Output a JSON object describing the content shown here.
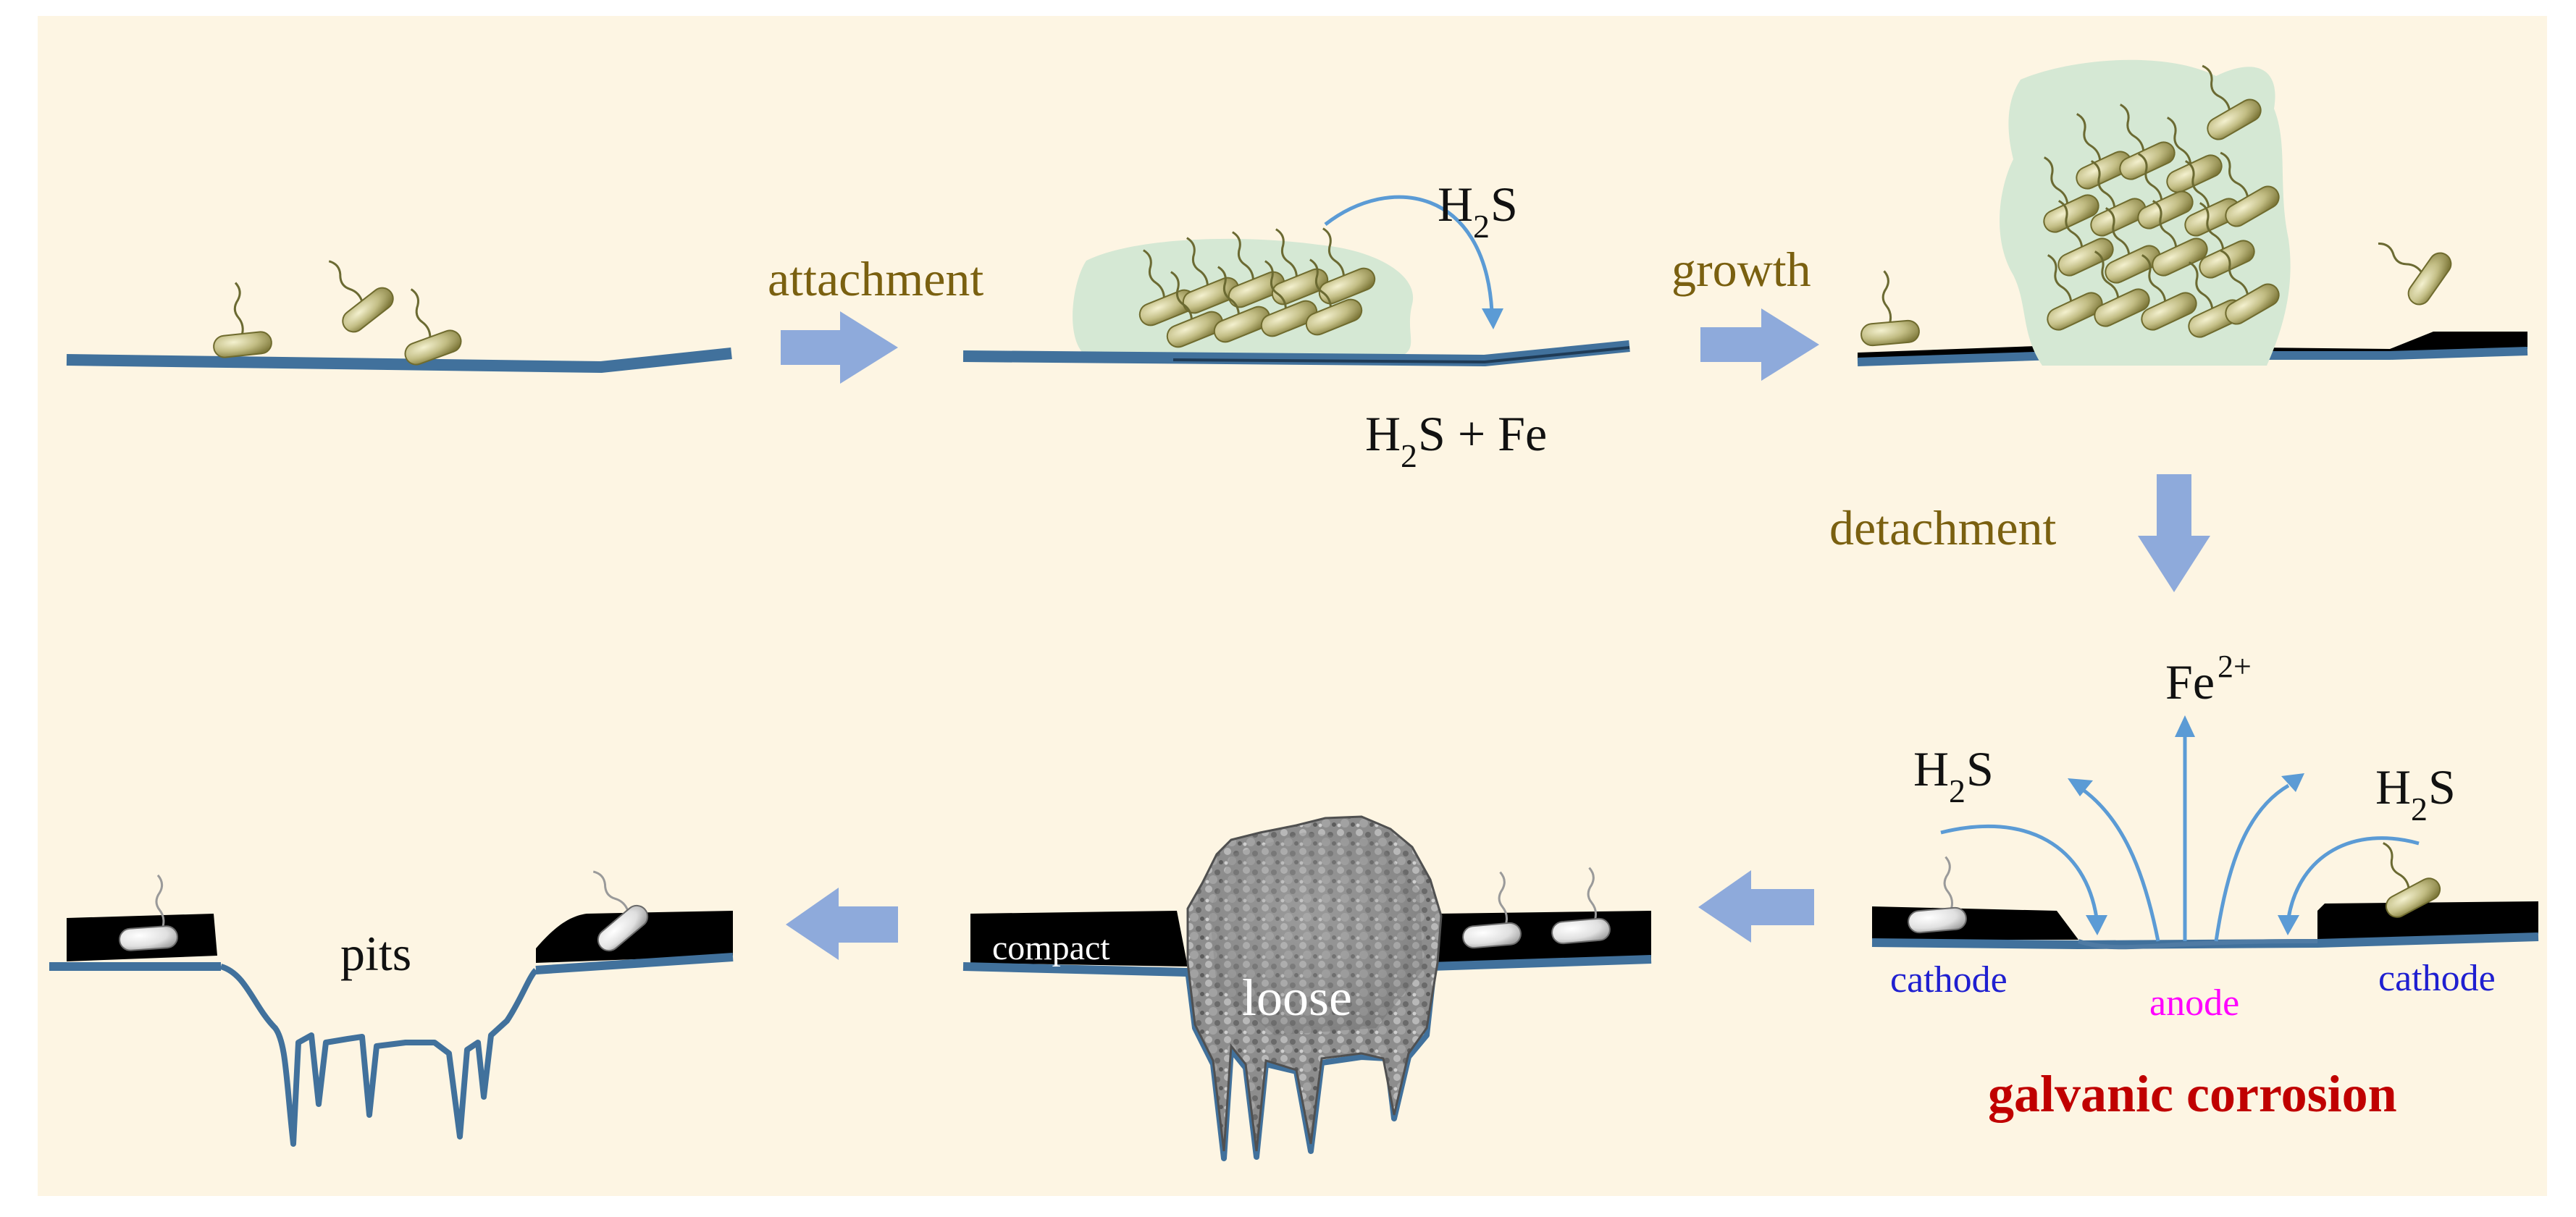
{
  "labels": {
    "attachment": "attachment",
    "growth": "growth",
    "detachment": "detachment",
    "h2s_top": "H2S",
    "h2s_fe": "H2S + Fe",
    "fe2plus": "Fe2+",
    "h2s_left": "H2S",
    "h2s_right": "H2S",
    "cathode_left": "cathode",
    "anode": "anode",
    "cathode_right": "cathode",
    "galvanic": "galvanic corrosion",
    "compact": "compact",
    "loose": "loose",
    "pits": "pits"
  },
  "colors": {
    "background": "#fdf5e3",
    "metal_edge": "#41719c",
    "metal_fill": "#4f7ba4",
    "product_film": "#000000",
    "arrow": "#8eaadb",
    "thin_arrow": "#5b9bd5",
    "biofilm": "#d5e8d4",
    "bacterium": "#b8b47a",
    "label_brown": "#7a6010",
    "cathode_blue": "#1f1fd0",
    "anode_magenta": "#ff00ff",
    "galvanic_red": "#c00000"
  },
  "icons": {
    "bacterium": "rod-bacterium-icon",
    "pipeline_arrow": "block-arrow-icon"
  }
}
